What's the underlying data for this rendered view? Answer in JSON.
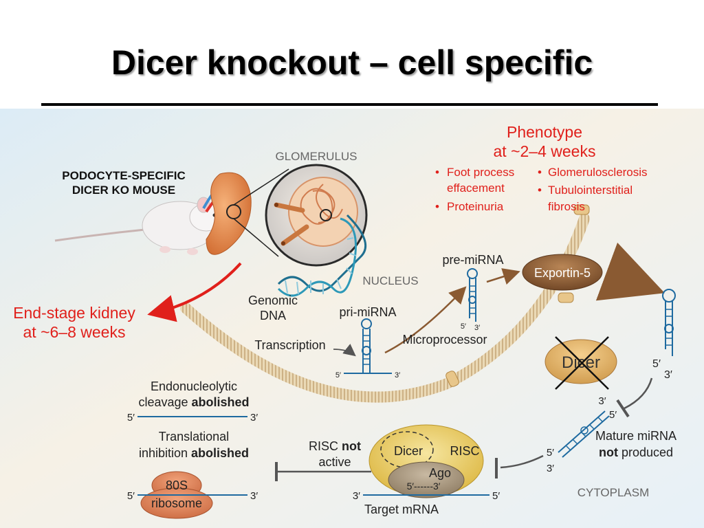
{
  "slide": {
    "title": "Dicer knockout – cell specific"
  },
  "labels": {
    "mouse_line1": "PODOCYTE-SPECIFIC",
    "mouse_line2": "DICER KO MOUSE",
    "glomerulus": "GLOMERULUS",
    "nucleus": "NUCLEUS",
    "cytoplasm": "CYTOPLASM",
    "genomic_line1": "Genomic",
    "genomic_line2": "DNA",
    "transcription": "Transcription",
    "pri_mirna": "pri-miRNA",
    "microprocessor": "Microprocessor",
    "pre_mirna": "pre-miRNA",
    "exportin": "Exportin-5",
    "dicer_crossed": "Dicer",
    "mature_line1": "Mature miRNA",
    "mature_not": "not",
    "mature_line2_rest": " produced",
    "risc_not": "not",
    "risc_line1_prefix": "RISC ",
    "risc_line2": "active",
    "complex_dicer": "Dicer",
    "complex_risc": "RISC",
    "complex_ago": "Ago",
    "target_mrna": "Target mRNA",
    "endo_line1": "Endonucleolytic",
    "endo_line2_prefix": "cleavage ",
    "endo_abolished": "abolished",
    "trans_line1": "Translational",
    "trans_line2_prefix": "inhibition ",
    "trans_abolished": "abolished",
    "ribosome_top": "80S",
    "ribosome_bottom": "ribosome",
    "end_stage_line1": "End-stage kidney",
    "end_stage_line2": "at ~6–8 weeks",
    "five_prime": "5′",
    "three_prime": "3′",
    "pair_dashes": "5′------3′"
  },
  "phenotype": {
    "title_line1": "Phenotype",
    "title_line2": "at ~2–4 weeks",
    "col1_item1_line1": "Foot process",
    "col1_item1_line2": "effacement",
    "col1_item2": "Proteinuria",
    "col2_item1": "Glomerulosclerosis",
    "col2_item2_line1": "Tubulointerstitial",
    "col2_item2_line2": "fibrosis",
    "bullet": "•"
  },
  "colors": {
    "red_text": "#e0201b",
    "strand_blue": "#1e6aa0",
    "brown": "#8a5a32",
    "membrane": "#d9c29a",
    "risc_yellow": "#e9c94f"
  }
}
